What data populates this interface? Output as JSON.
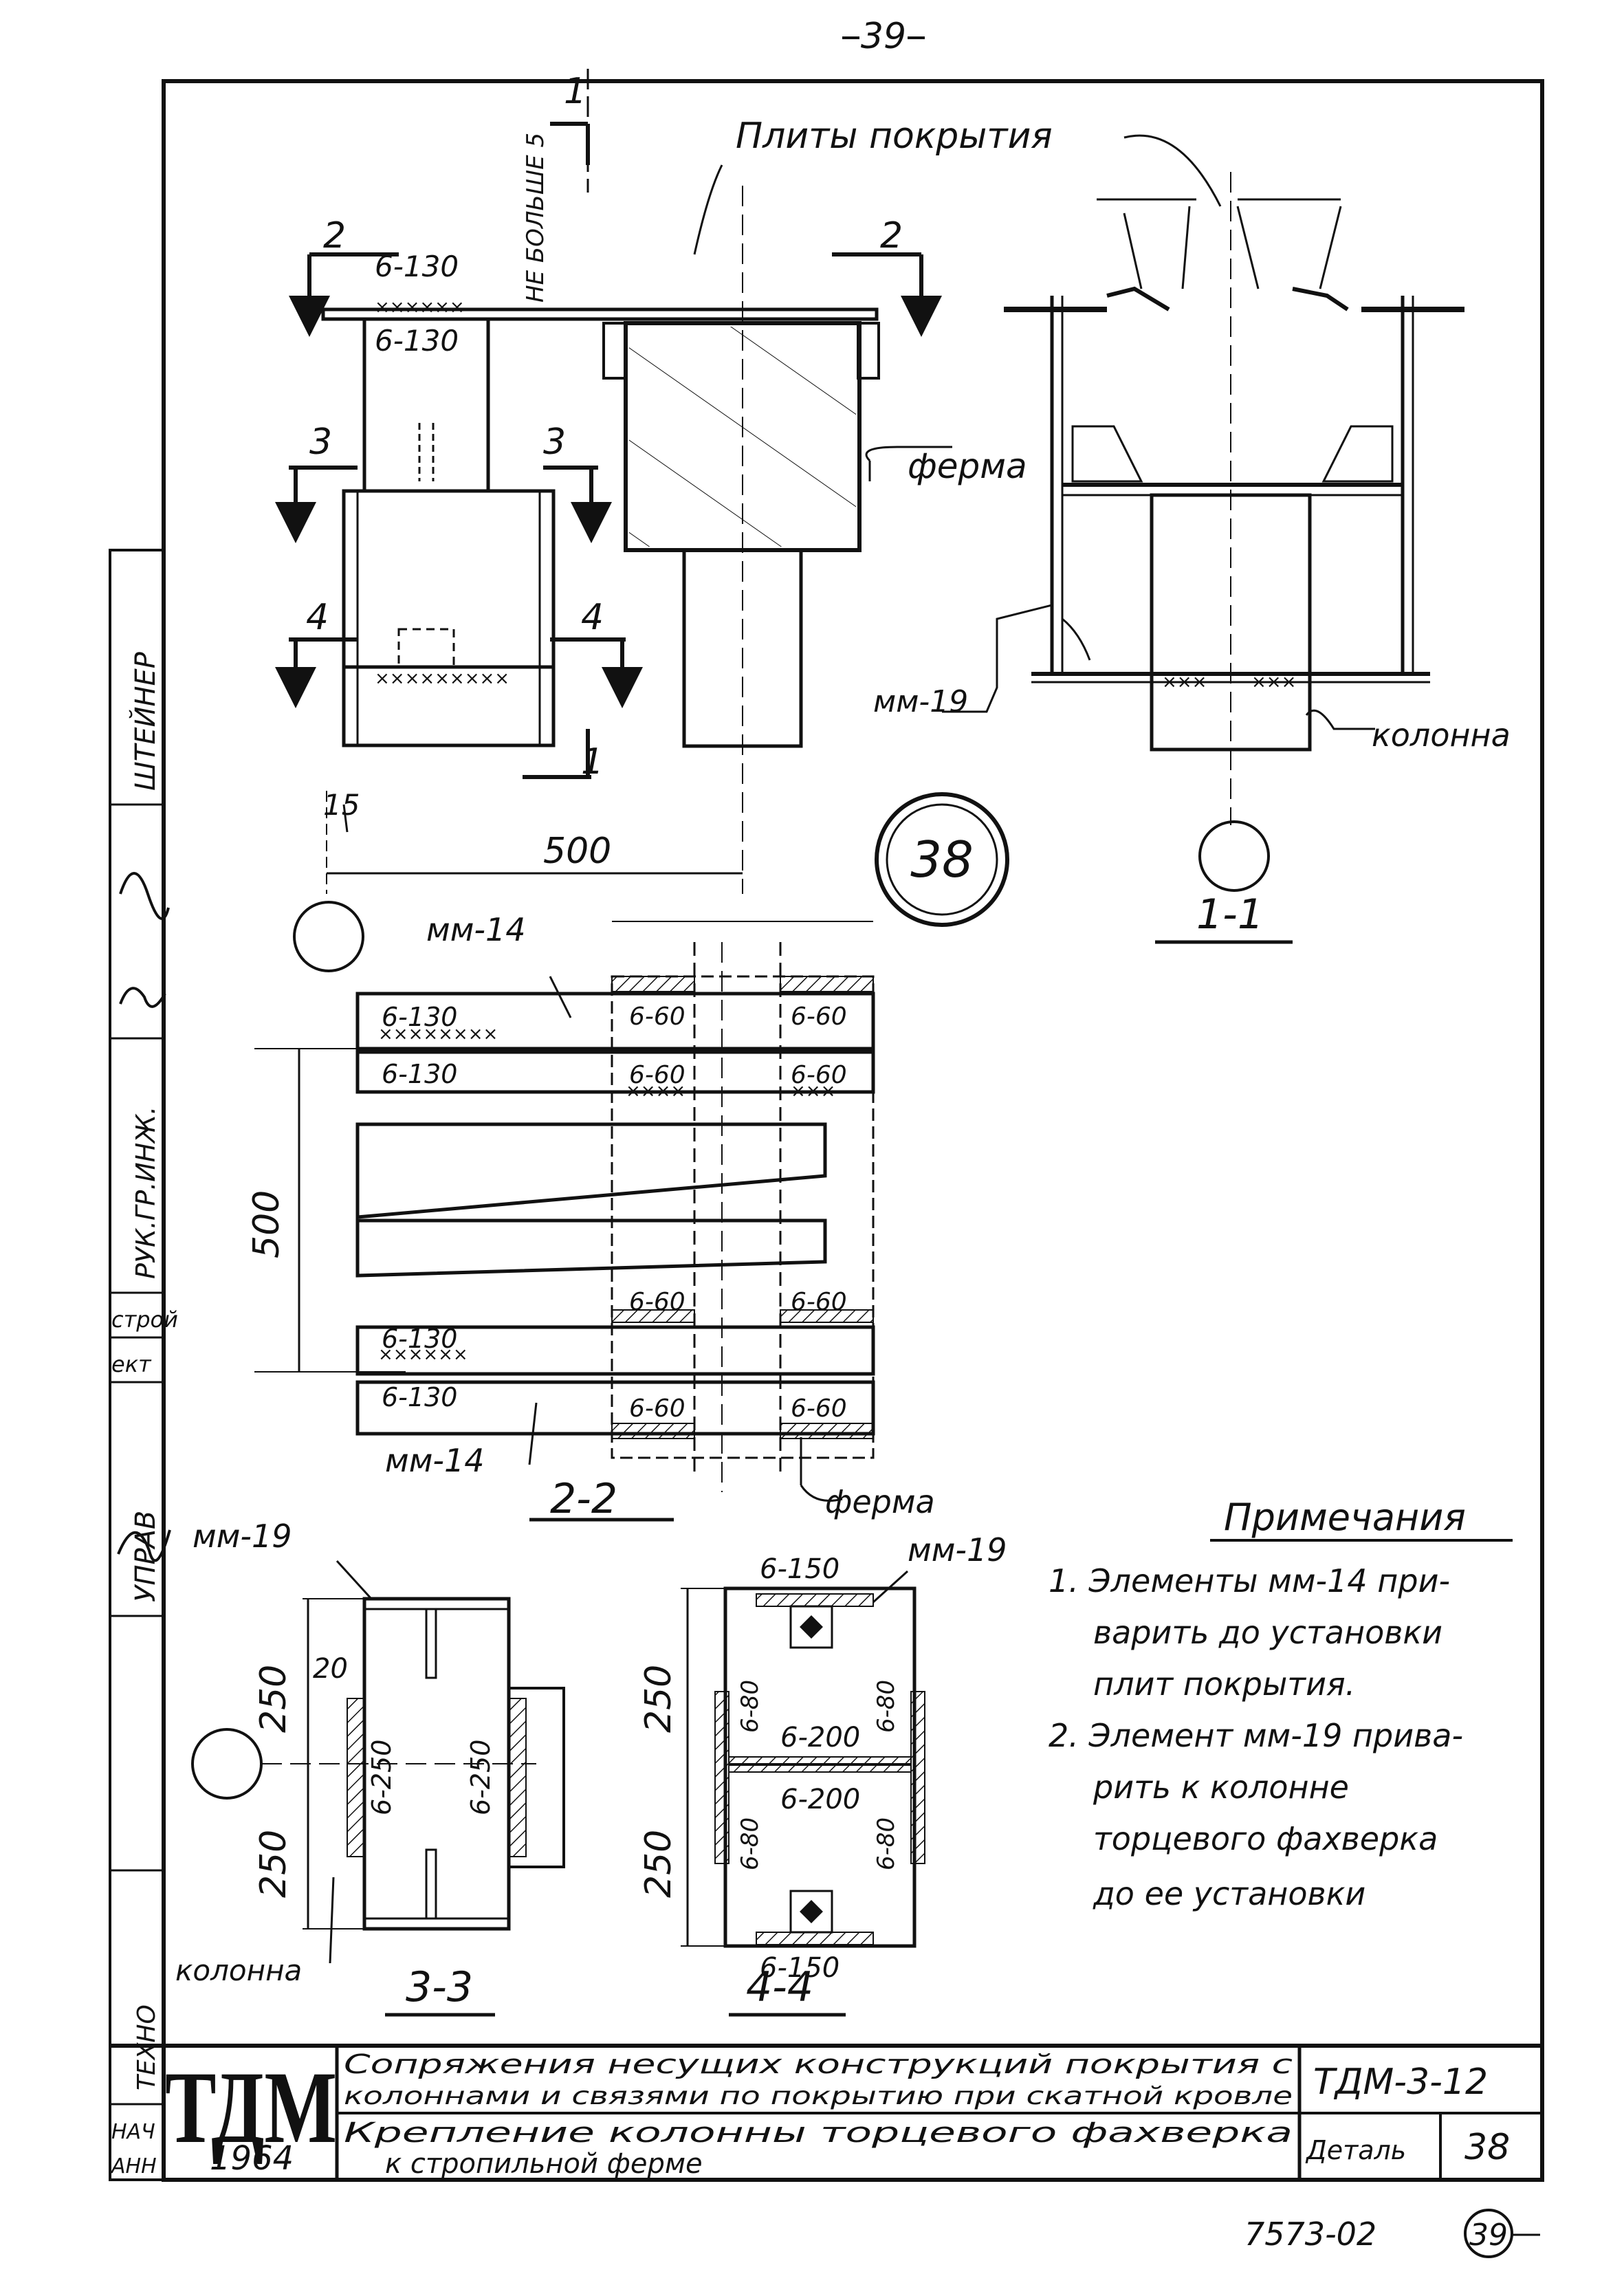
{
  "page": {
    "sheet_number_top": "39",
    "bottom_code": "7573-02",
    "bottom_circle_number": "39"
  },
  "detail_bubble": "38",
  "labels": {
    "plates": "Плиты покрытия",
    "not_more": "НЕ БОЛЬШЕ 5",
    "truss": "ферма",
    "column": "колонна",
    "mm19": "мм-19",
    "mm14": "мм-14",
    "dim_500": "500",
    "dim_15": "15",
    "dim_250": "250",
    "dim_20": "20",
    "sec_1": "1",
    "sec_2": "2",
    "sec_3": "3",
    "sec_4": "4"
  },
  "welds": {
    "w130": "6-130",
    "w60": "6-60",
    "w250": "6-250",
    "w150": "6-150",
    "w80": "6-80",
    "w200": "6-200"
  },
  "section_titles": {
    "s11": "1-1",
    "s22": "2-2",
    "s33": "3-3",
    "s44": "4-4"
  },
  "notes": {
    "title": "Примечания",
    "lines": [
      "1. Элементы мм-14 при-",
      "варить до установки",
      "плит покрытия.",
      "2. Элемент мм-19 прива-",
      "рить к колонне",
      "торцевого фахверка",
      "до ее установки"
    ]
  },
  "title_block": {
    "logo": "ТДМ",
    "year": "1964",
    "title_line1": "Сопряжения несущих конструкций покрытия с",
    "title_line2": "колоннами и связями по покрытию при скатной кровле",
    "subtitle_line1": "Крепление колонны торцевого фахверка",
    "subtitle_line2": "к стропильной ферме",
    "code": "ТДМ-3-12",
    "detail_label": "Деталь",
    "detail_value": "38"
  },
  "side_stamp": {
    "steiner": "ШТЕЙНЕР",
    "ruk_gr": "РУК.ГР.ИНЖ.",
    "stroi": "строй",
    "ekt": "ект",
    "uprav": "УПРАВ",
    "tehno": "ТЕХНО",
    "nach": "НАЧ",
    "ann": "АНН"
  }
}
